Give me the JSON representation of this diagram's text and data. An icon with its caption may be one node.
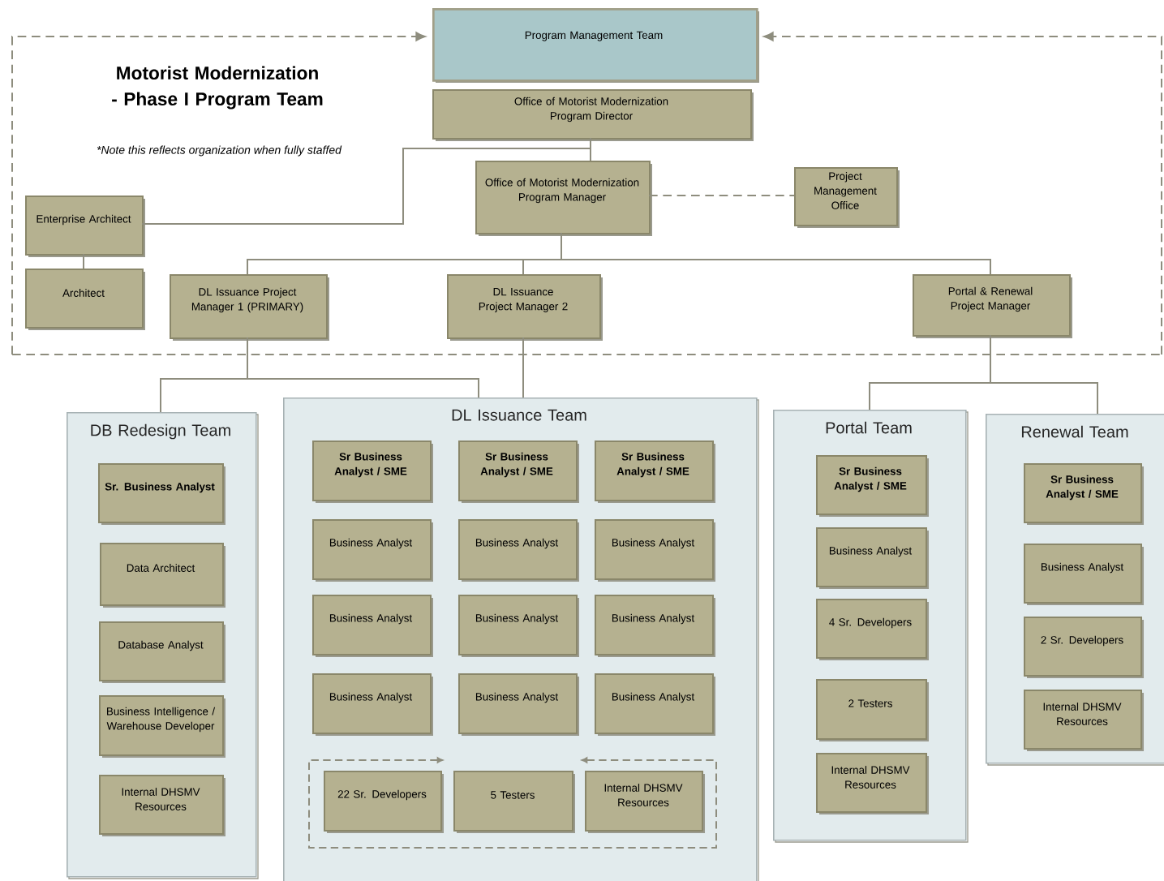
{
  "diagram": {
    "title": "Motorist Modernization - Phase I Program Team",
    "nodes": [
      {
        "text": [
          "Program Management Team"
        ]
      },
      {
        "text": [
          "Office of Motorist Modernization Program Director"
        ]
      },
      {
        "text": [
          "Office of Motorist Modernization Program Manager"
        ]
      },
      {
        "text": [
          "Project Management Office"
        ]
      },
      {
        "text": [
          "Enterprise Architect"
        ]
      },
      {
        "text": [
          "Architect"
        ]
      },
      {
        "text": [
          "DL Issuance Project Manager 1 (PRIMARY)"
        ]
      },
      {
        "text": [
          "DL Issuance Project Manager 2"
        ]
      },
      {
        "text": [
          "Portal & Renewal Project Manager"
        ]
      },
      {
        "text": [
          "DB Redesign Team"
        ]
      },
      {
        "text": [
          "Sr. Business Analyst"
        ],
        "in": 9
      },
      {
        "text": [
          "Data Architect"
        ],
        "in": 9
      },
      {
        "text": [
          "Database Analyst"
        ],
        "in": 9
      },
      {
        "text": [
          "Business Intelligence / Warehouse Developer"
        ],
        "in": 9
      },
      {
        "text": [
          "Internal DHSMV Resources"
        ],
        "in": 9
      },
      {
        "text": [
          "DL Issuance Team"
        ]
      },
      {
        "text": [
          "Sr Business Analyst / SME"
        ],
        "in": 15
      },
      {
        "text": [
          "Sr Business Analyst / SME"
        ],
        "in": 15
      },
      {
        "text": [
          "Sr Business Analyst / SME"
        ],
        "in": 15
      },
      {
        "text": [
          "Business Analyst"
        ],
        "in": 15
      },
      {
        "text": [
          "Business Analyst"
        ],
        "in": 15
      },
      {
        "text": [
          "Business Analyst"
        ],
        "in": 15
      },
      {
        "text": [
          "Business Analyst"
        ],
        "in": 15
      },
      {
        "text": [
          "Business Analyst"
        ],
        "in": 15
      },
      {
        "text": [
          "Business Analyst"
        ],
        "in": 15
      },
      {
        "text": [
          "Business Analyst"
        ],
        "in": 15
      },
      {
        "text": [
          "Business Analyst"
        ],
        "in": 15
      },
      {
        "text": [
          "Business Analyst"
        ],
        "in": 15
      },
      {
        "text": [
          "22 Sr. Developers"
        ],
        "in": 15
      },
      {
        "text": [
          "5 Testers"
        ],
        "in": 15
      },
      {
        "text": [
          "Internal DHSMV Resources"
        ],
        "in": 15
      },
      {
        "text": [
          "Portal Team"
        ]
      },
      {
        "text": [
          "Sr Business Analyst / SME"
        ],
        "in": 31
      },
      {
        "text": [
          "Business Analyst"
        ],
        "in": 31
      },
      {
        "text": [
          "4 Sr. Developers"
        ],
        "in": 31
      },
      {
        "text": [
          "2 Testers"
        ],
        "in": 31
      },
      {
        "text": [
          "Internal DHSMV Resources"
        ],
        "in": 31
      },
      {
        "text": [
          "Renewal Team"
        ]
      },
      {
        "text": [
          "Sr Business Analyst / SME"
        ],
        "in": 37
      },
      {
        "text": [
          "Business Analyst"
        ],
        "in": 37
      },
      {
        "text": [
          "2 Sr. Developers"
        ],
        "in": 37
      },
      {
        "text": [
          "Internal DHSMV Resources"
        ],
        "in": 37
      }
    ],
    "edges": [
      {
        "from": null,
        "to": 0,
        "arrow": "to",
        "style": "dashed"
      },
      {
        "from": null,
        "to": 0,
        "arrow": "to",
        "style": "dashed"
      },
      {
        "from": 1,
        "to": 2,
        "arrow": "none"
      },
      {
        "from": 1,
        "to": 4,
        "arrow": "none"
      },
      {
        "from": 2,
        "to": 3,
        "arrow": "none",
        "style": "dashed"
      },
      {
        "from": 4,
        "to": 5,
        "arrow": "none"
      },
      {
        "from": 2,
        "to": 6,
        "arrow": "none"
      },
      {
        "from": 2,
        "to": 7,
        "arrow": "none"
      },
      {
        "from": 2,
        "to": 8,
        "arrow": "none"
      },
      {
        "from": 6,
        "to": 9,
        "arrow": "none"
      },
      {
        "from": 6,
        "to": 15,
        "arrow": "none"
      },
      {
        "from": 7,
        "to": 15,
        "arrow": "none"
      },
      {
        "from": 8,
        "to": 31,
        "arrow": "none"
      },
      {
        "from": 8,
        "to": 37,
        "arrow": "none"
      }
    ],
    "labels": [
      "*Note this reflects organization when fully staffed"
    ]
  }
}
